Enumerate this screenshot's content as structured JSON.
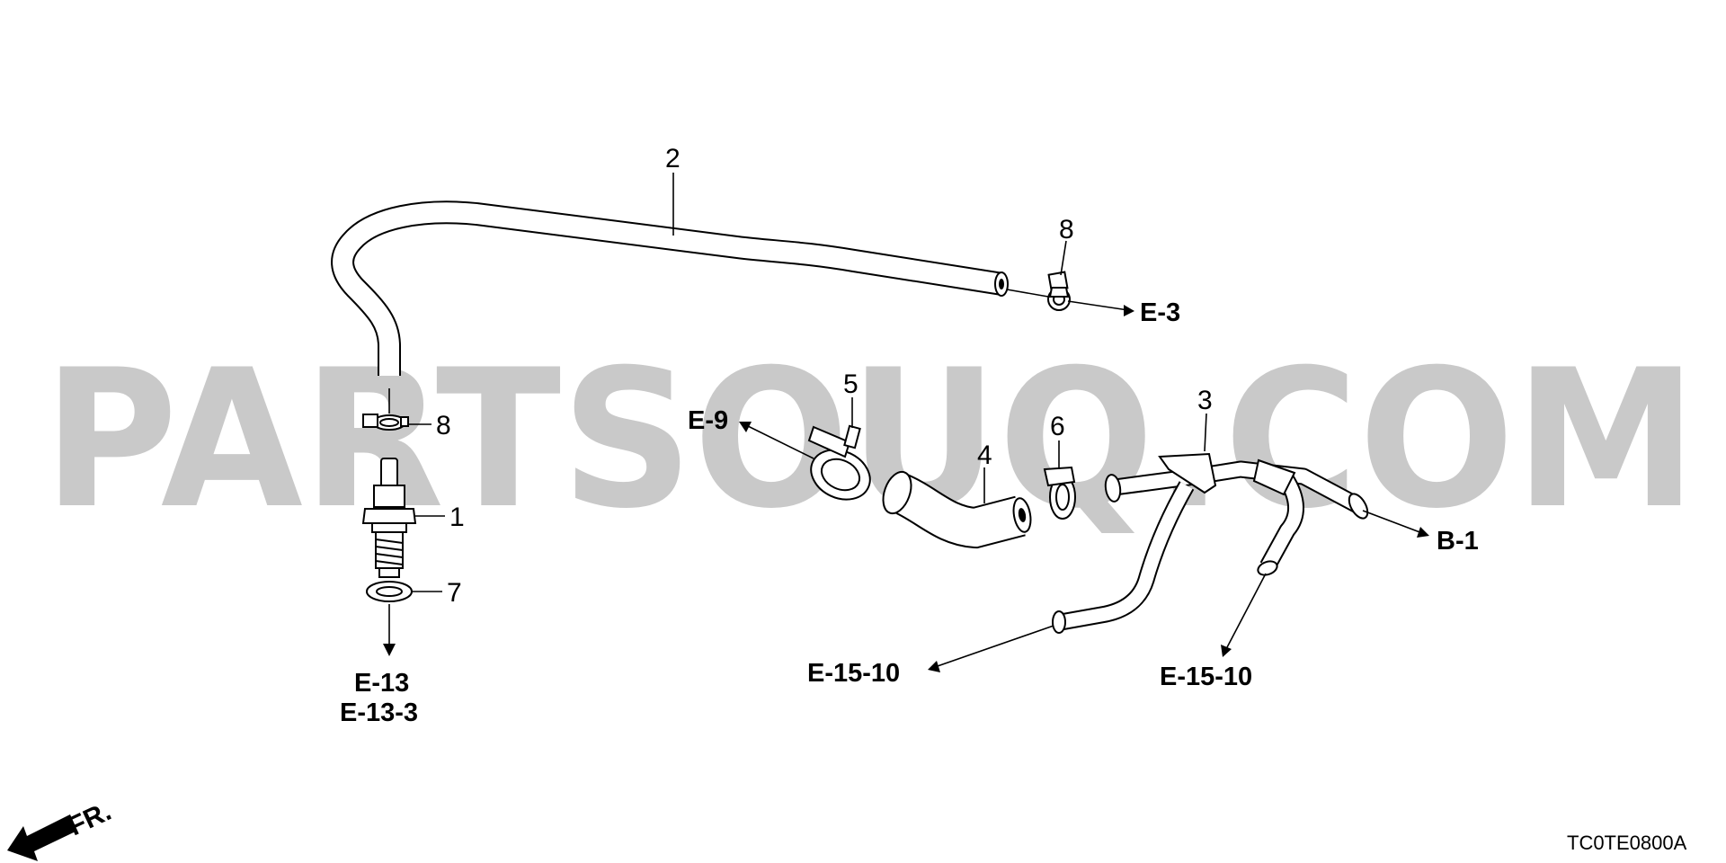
{
  "watermark": "PARTSOUQ.COM",
  "diagram_code": "TC0TE0800A",
  "front_indicator": "FR.",
  "callouts": {
    "part_1": "1",
    "part_2": "2",
    "part_3": "3",
    "part_4": "4",
    "part_5": "5",
    "part_6": "6",
    "part_7": "7",
    "part_8_top": "8",
    "part_8_left": "8"
  },
  "references": {
    "e3": "E-3",
    "e9": "E-9",
    "b1": "B-1",
    "e13": "E-13",
    "e13_3": "E-13-3",
    "e15_10_left": "E-15-10",
    "e15_10_right": "E-15-10"
  }
}
